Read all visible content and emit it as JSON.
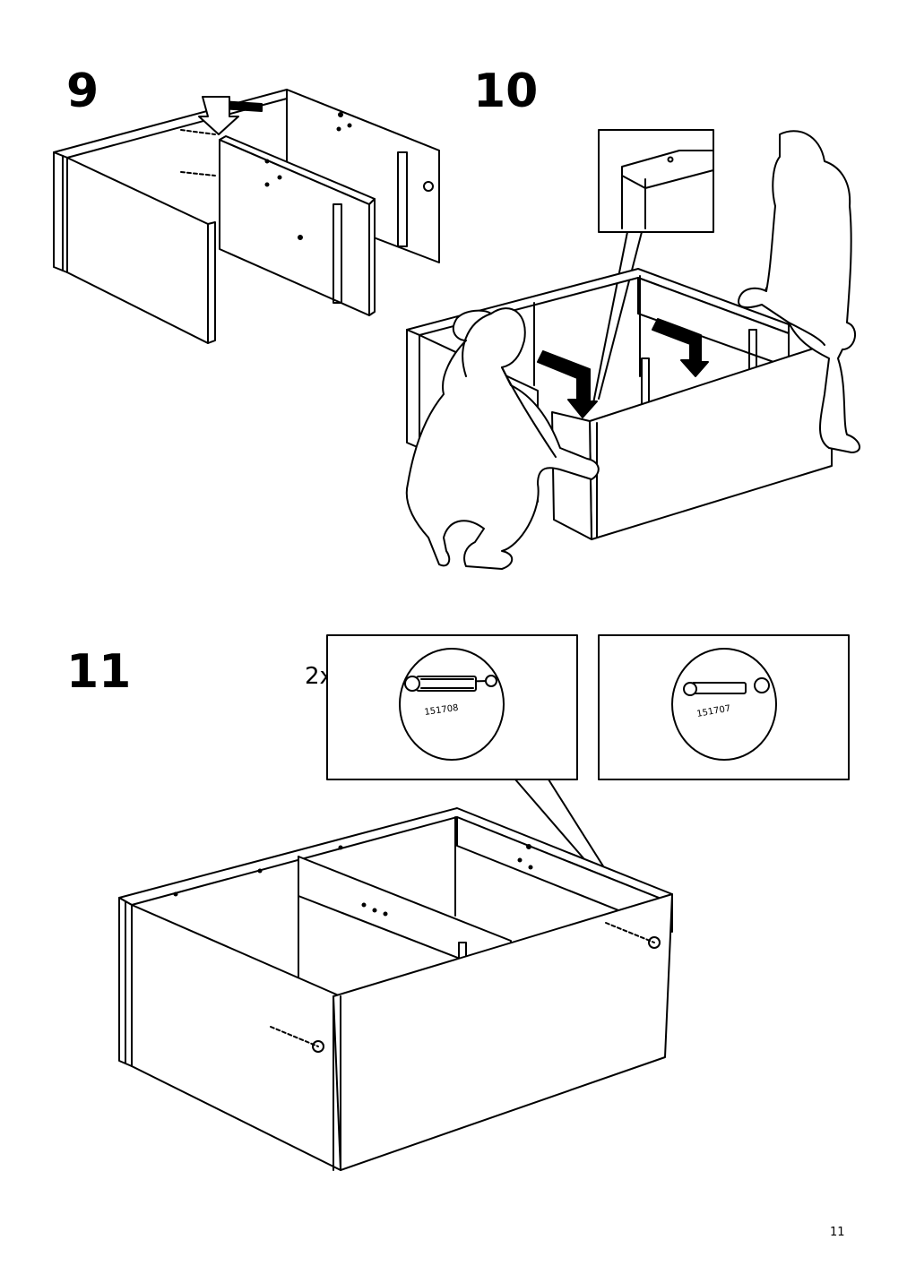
{
  "steps": {
    "step9": "9",
    "step10": "10",
    "step11": "11"
  },
  "step11": {
    "quantity": "2x",
    "part_a": "151708",
    "part_b": "151707"
  },
  "page_number": "11"
}
